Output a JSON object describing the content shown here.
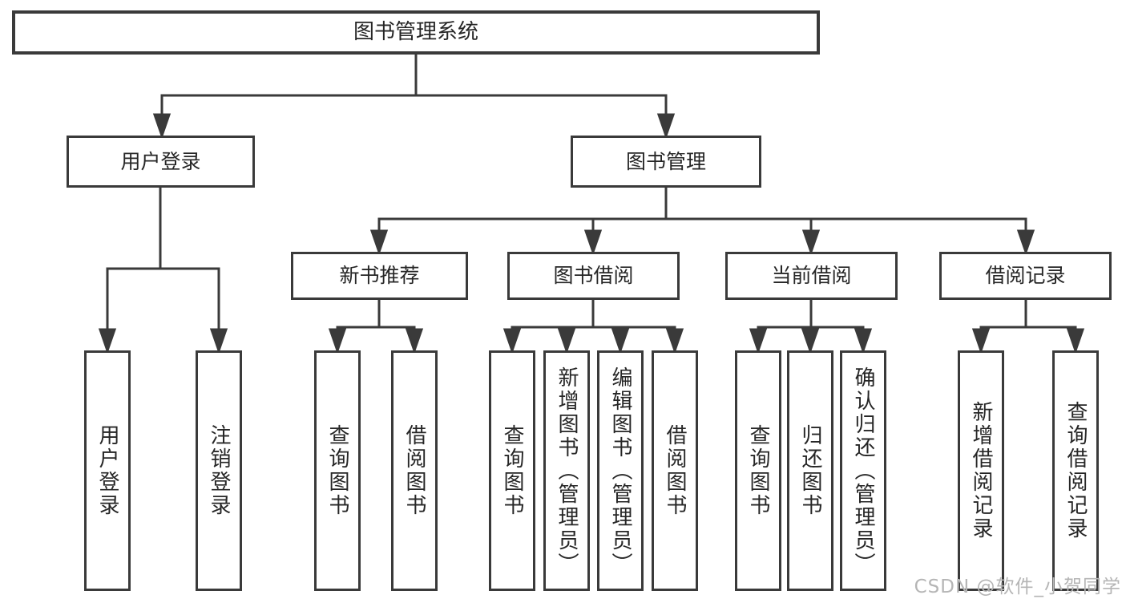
{
  "colors": {
    "box_border": "#3a3a3a",
    "line": "#3a3a3a",
    "text": "#262626",
    "watermark": "#b5b5b5"
  },
  "nodes": {
    "root": "图书管理系统",
    "level2": {
      "user_login": "用户登录",
      "book_management": "图书管理"
    },
    "level3": {
      "new_book_recommend": "新书推荐",
      "book_borrow": "图书借阅",
      "current_borrow": "当前借阅",
      "borrow_records": "借阅记录"
    },
    "leaves": {
      "user_login_leaf": "用户登录",
      "logout": "注销登录",
      "rec_query_books": "查询图书",
      "rec_borrow_books": "借阅图书",
      "bb_query_books": "查询图书",
      "bb_add_books": "新增图书（管理员）",
      "bb_edit_books": "编辑图书（管理员）",
      "bb_borrow_books": "借阅图书",
      "cb_query_books": "查询图书",
      "cb_return_books": "归还图书",
      "cb_confirm_return": "确认归还（管理员）",
      "br_add_record": "新增借阅记录",
      "br_query_record": "查询借阅记录"
    }
  },
  "watermark": "CSDN @软件_小贺同学"
}
